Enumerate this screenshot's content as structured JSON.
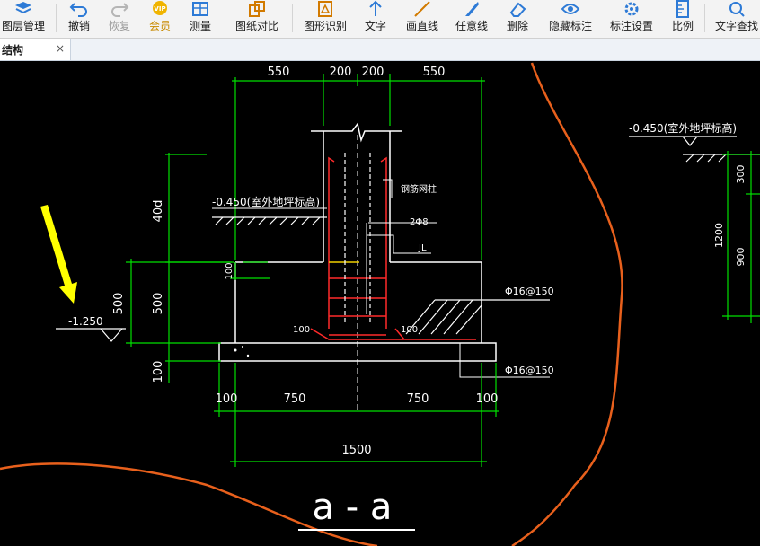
{
  "toolbar": {
    "items": [
      {
        "label": "图层管理",
        "icon": "layers-icon"
      },
      {
        "label": "撤销",
        "icon": "undo-icon"
      },
      {
        "label": "恢复",
        "icon": "redo-icon"
      },
      {
        "label": "会员",
        "icon": "vip-icon",
        "badge": "VIP"
      },
      {
        "label": "测量",
        "icon": "measure-icon"
      },
      {
        "label": "图纸对比",
        "icon": "compare-icon"
      },
      {
        "label": "图形识别",
        "icon": "shape-recognition-icon"
      },
      {
        "label": "文字",
        "icon": "text-icon"
      },
      {
        "label": "画直线",
        "icon": "line-icon"
      },
      {
        "label": "任意线",
        "icon": "freeline-icon"
      },
      {
        "label": "删除",
        "icon": "eraser-icon"
      },
      {
        "label": "隐藏标注",
        "icon": "eye-icon"
      },
      {
        "label": "标注设置",
        "icon": "settings-icon"
      },
      {
        "label": "比例",
        "icon": "ruler-icon"
      },
      {
        "label": "文字查找",
        "icon": "text-search-icon"
      }
    ]
  },
  "tab": {
    "label": "结构",
    "close": "×"
  },
  "drawing": {
    "top_dims": [
      "550",
      "200",
      "200",
      "550"
    ],
    "bottom_dims": [
      "100",
      "750",
      "750",
      "100"
    ],
    "total_width": "1500",
    "left_dims": [
      "40d",
      "500",
      "100"
    ],
    "outer_dim": "500",
    "small_dim": "100",
    "ground_level": "-0.450(室外地坪标高)",
    "ground_level_right": "-0.450(室外地坪标高)",
    "base_level": "-1.250",
    "labels": {
      "column_rebar": "钢筋网柱",
      "stirrup": "2Φ8",
      "jl": "JL",
      "rebar_top": "Φ16@150",
      "rebar_bottom": "Φ16@150",
      "hook_left": "100",
      "hook_right": "100"
    },
    "right_dims": [
      "300",
      "1200",
      "900"
    ],
    "section_title": "a - a"
  },
  "colors": {
    "dim_green": "#00e000",
    "outline_white": "#ffffff",
    "rebar_red": "#ff2a2a",
    "arrow_yellow": "#ffff00",
    "boundary_orange": "#e8601c",
    "hatch_white": "#ffffff"
  }
}
